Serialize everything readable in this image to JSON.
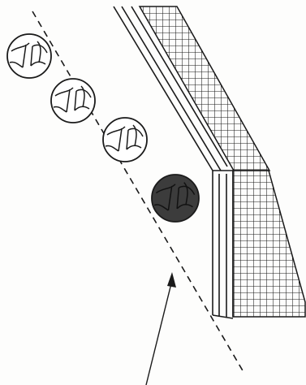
{
  "diagram": {
    "balls": [
      {
        "shade": "outline"
      },
      {
        "shade": "outline"
      },
      {
        "shade": "outline"
      },
      {
        "shade": "filled"
      }
    ],
    "colors": {
      "background": "#fdfdfc",
      "ink": "#1a1a1a",
      "ball_outline_fill": "#ffffff",
      "ball_filled_fill": "#3c3c3c",
      "ball_filled_seam": "#121212"
    }
  }
}
